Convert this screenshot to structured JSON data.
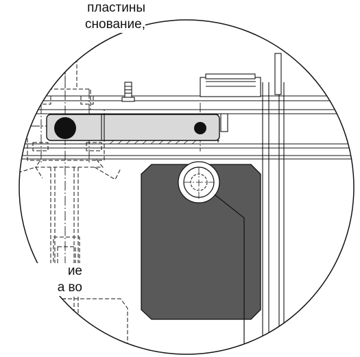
{
  "captions": {
    "top": [
      "пластины",
      "снование,"
    ],
    "bottom": [
      "ие",
      "а во"
    ]
  },
  "colors": {
    "line": "#111111",
    "plate_fill": "#595959",
    "arm_fill": "#d9d9d9",
    "hole_fill": "#111111",
    "background": "#ffffff"
  }
}
